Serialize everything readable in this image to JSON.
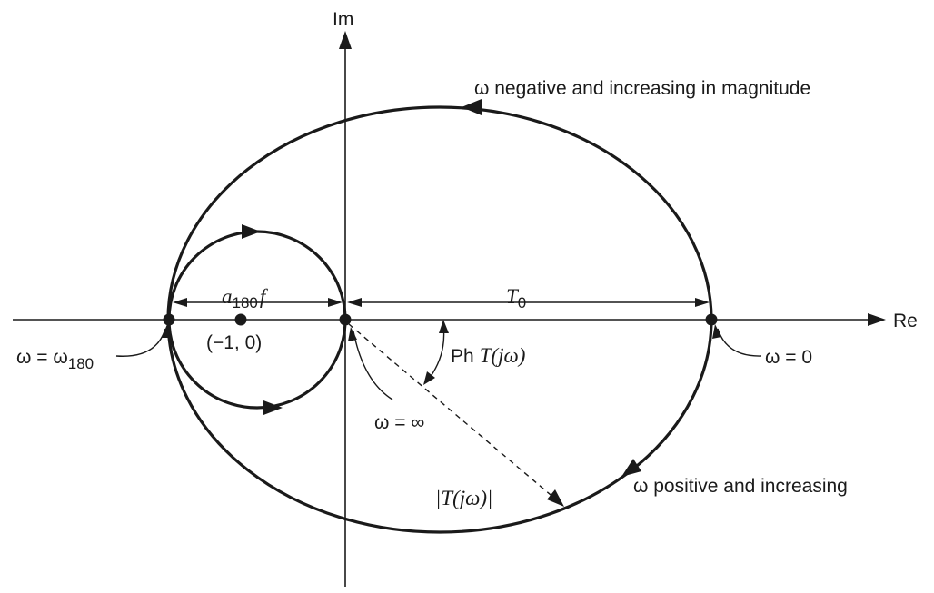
{
  "axes": {
    "imaginary_label": "Im",
    "real_label": "Re"
  },
  "labels": {
    "neg_omega": "ω negative and increasing in magnitude",
    "pos_omega": "ω positive and increasing",
    "critical_point": "(−1, 0)",
    "omega_zero": "ω = 0",
    "omega_inf": "ω = ∞",
    "omega_180_main": "ω = ω",
    "omega_180_sub": "180",
    "phase_prefix": "Ph",
    "phase_fn": "T(jω)",
    "magnitude": "|T(jω)|",
    "t0_main": "T",
    "t0_sub": "0",
    "a180f_a": "a",
    "a180f_sub": "180",
    "a180f_f": "f"
  },
  "colors": {
    "ink": "#1a1a1a",
    "background": "#ffffff"
  }
}
